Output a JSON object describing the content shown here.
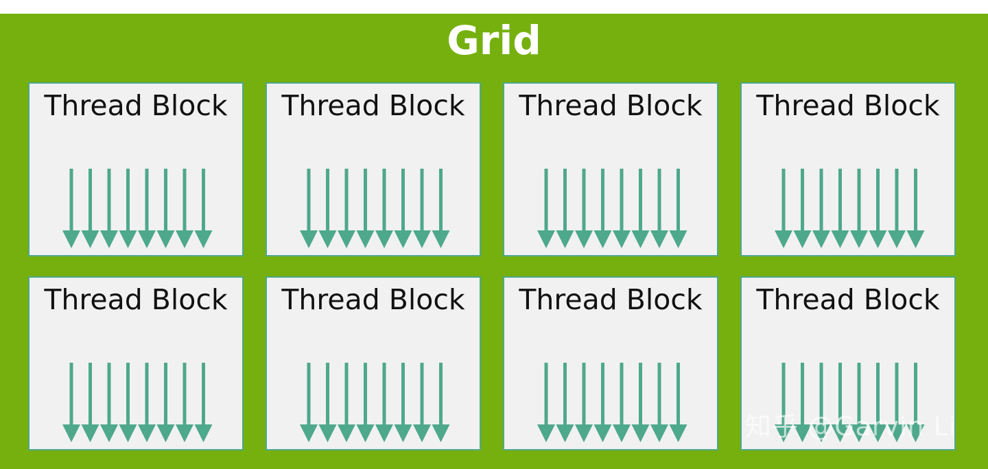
{
  "grid": {
    "title": "Grid",
    "colors": {
      "background": "#76b00f",
      "block_fill": "#f1f1f1",
      "block_border": "#4ea88c",
      "arrow": "#4ea88c"
    },
    "blocks": [
      {
        "label": "Thread Block",
        "threads": 8
      },
      {
        "label": "Thread Block",
        "threads": 8
      },
      {
        "label": "Thread Block",
        "threads": 8
      },
      {
        "label": "Thread Block",
        "threads": 8
      },
      {
        "label": "Thread Block",
        "threads": 8
      },
      {
        "label": "Thread Block",
        "threads": 8
      },
      {
        "label": "Thread Block",
        "threads": 8
      },
      {
        "label": "Thread Block",
        "threads": 8
      }
    ]
  },
  "watermark": "知乎 @Garvin Li"
}
